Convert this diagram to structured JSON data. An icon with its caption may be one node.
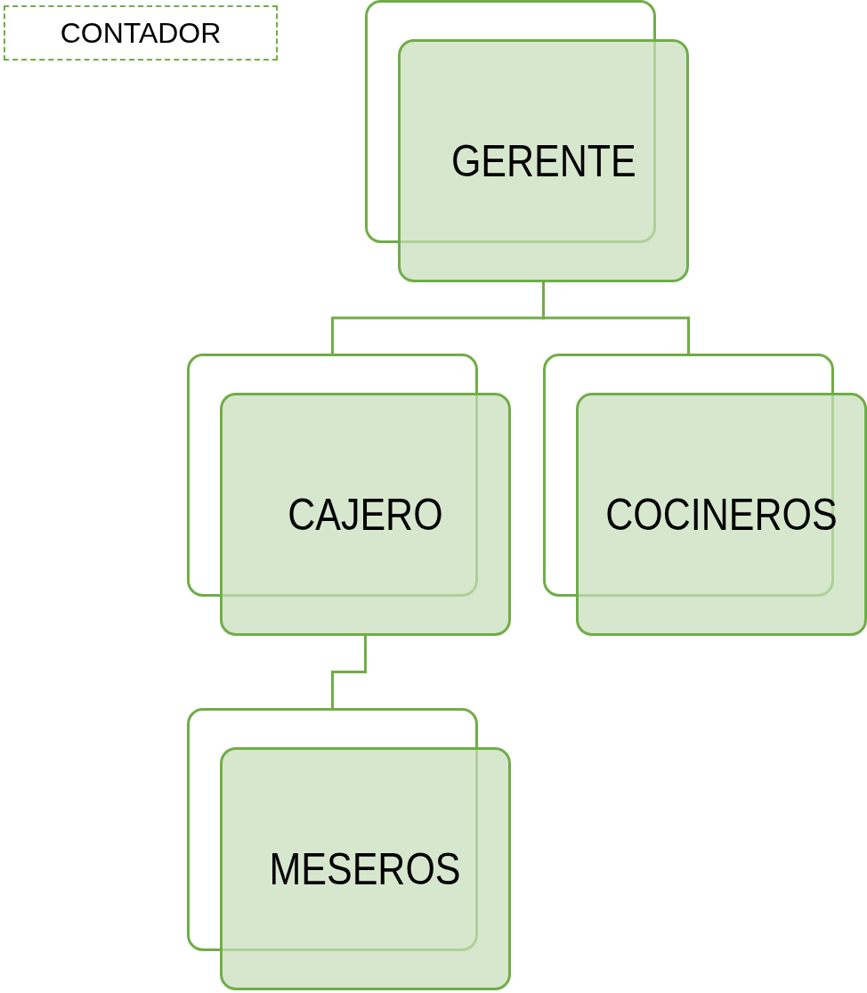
{
  "diagram": {
    "nodes": [
      {
        "text": [
          "CONTADOR"
        ]
      },
      {
        "text": [
          "GERENTE"
        ]
      },
      {
        "text": [
          "CAJERO"
        ]
      },
      {
        "text": [
          "COCINEROS"
        ]
      },
      {
        "text": [
          "MESEROS"
        ]
      }
    ],
    "edges": [
      {
        "from": 1,
        "to": 2,
        "arrow": "none"
      },
      {
        "from": 1,
        "to": 3,
        "arrow": "none"
      },
      {
        "from": 2,
        "to": 4,
        "arrow": "none"
      }
    ]
  }
}
